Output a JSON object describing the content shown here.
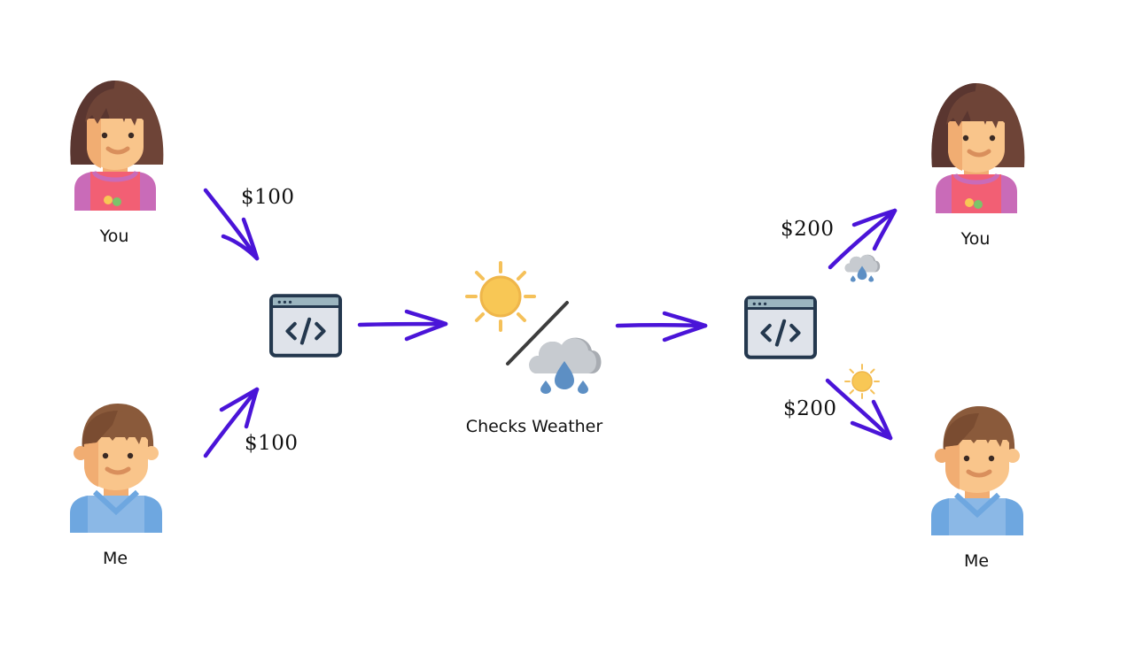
{
  "diagram": {
    "title": "Weather-based contract flow",
    "colors": {
      "arrow": "#4a14d8",
      "hair_dark": "#5a3630",
      "hair_light": "#6e4437",
      "skin": "#f9c58b",
      "skin_shade": "#f1ad72",
      "girl_shirt": "#f25f74",
      "girl_sleeve": "#c96bb8",
      "boy_hair": "#8a5a3b",
      "boy_shirt": "#6ea7e0",
      "boy_shirt_light": "#8bb8e6",
      "window_frame": "#24384e",
      "window_bar": "#9bb5bf",
      "window_body": "#dfe3ea",
      "sun": "#f8c755",
      "sun_ray": "#f5c15a",
      "cloud": "#c7cbd0",
      "cloud_shade": "#a8acb2",
      "raindrop": "#5d8fc4",
      "slash": "#3d3d3d"
    },
    "left": {
      "you": {
        "label": "You",
        "icon": "girl-avatar-icon"
      },
      "me": {
        "label": "Me",
        "icon": "boy-avatar-icon"
      },
      "you_deposit": "$100",
      "me_deposit": "$100"
    },
    "contract_in": {
      "icon": "code-window-icon"
    },
    "oracle": {
      "label": "Checks Weather",
      "icons": [
        "sun-icon",
        "slash-divider",
        "rain-cloud-icon"
      ]
    },
    "contract_out": {
      "icon": "code-window-icon"
    },
    "right": {
      "you": {
        "label": "You",
        "icon": "girl-avatar-icon",
        "payout": "$200",
        "condition_icon": "rain-cloud-icon"
      },
      "me": {
        "label": "Me",
        "icon": "boy-avatar-icon",
        "payout": "$200",
        "condition_icon": "sun-icon"
      }
    }
  }
}
